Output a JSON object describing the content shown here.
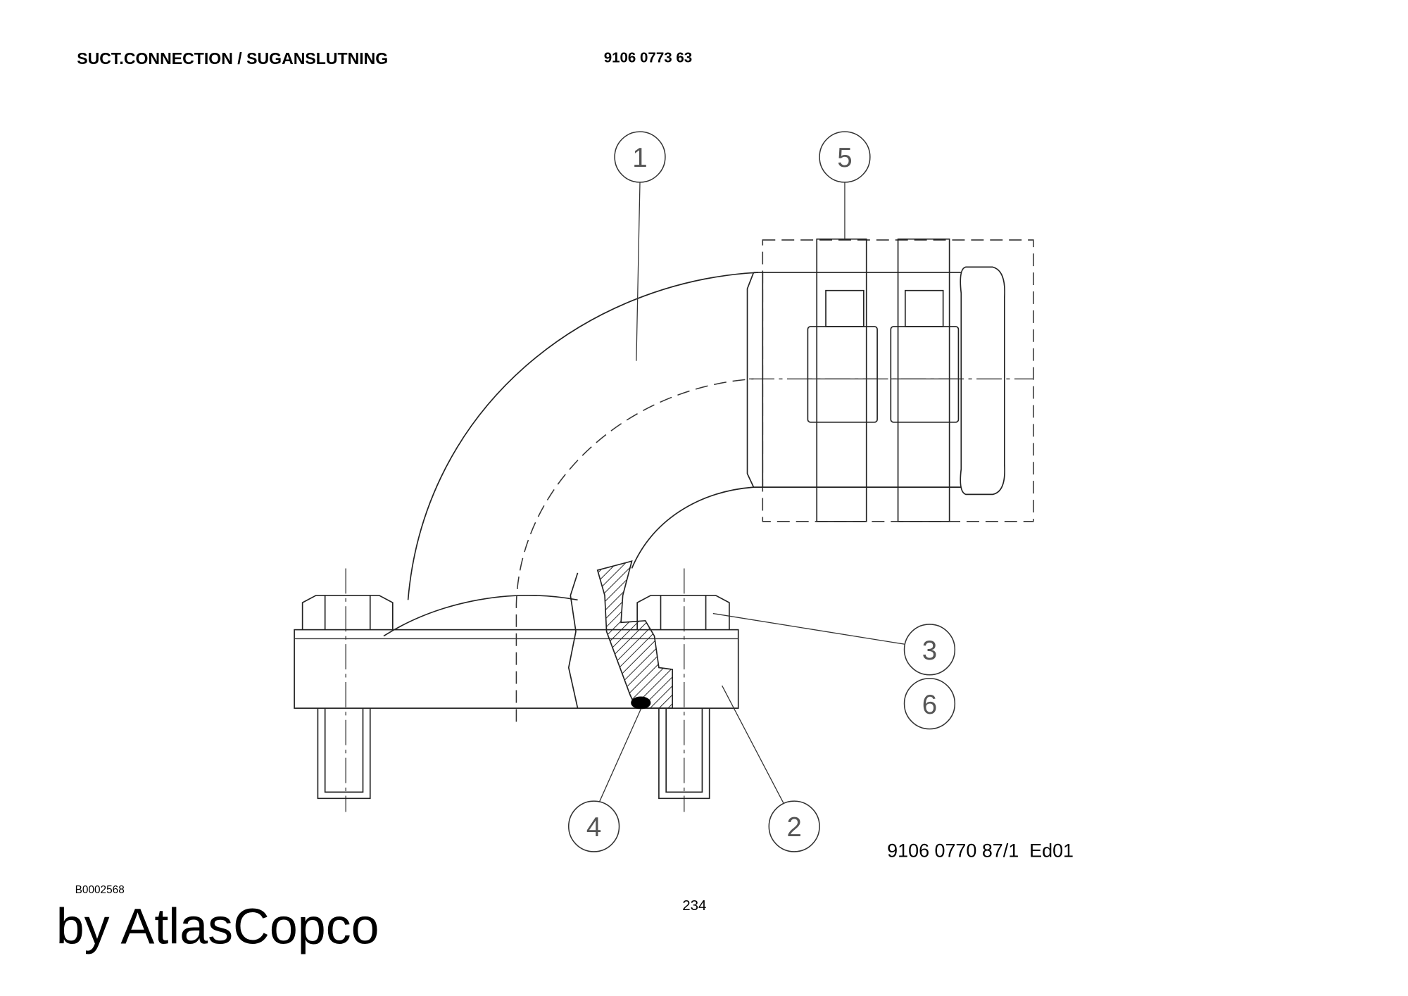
{
  "header": {
    "title": "SUCT.CONNECTION / SUGANSLUTNING",
    "part_number": "9106 0773 63"
  },
  "drawing": {
    "balloons": [
      "1",
      "5",
      "3",
      "6",
      "4",
      "2"
    ],
    "drawing_reference": "9106 0770 87/1  Ed01"
  },
  "footer": {
    "image_code": "B0002568",
    "page_number": "234",
    "brand": "by AtlasCopco"
  }
}
